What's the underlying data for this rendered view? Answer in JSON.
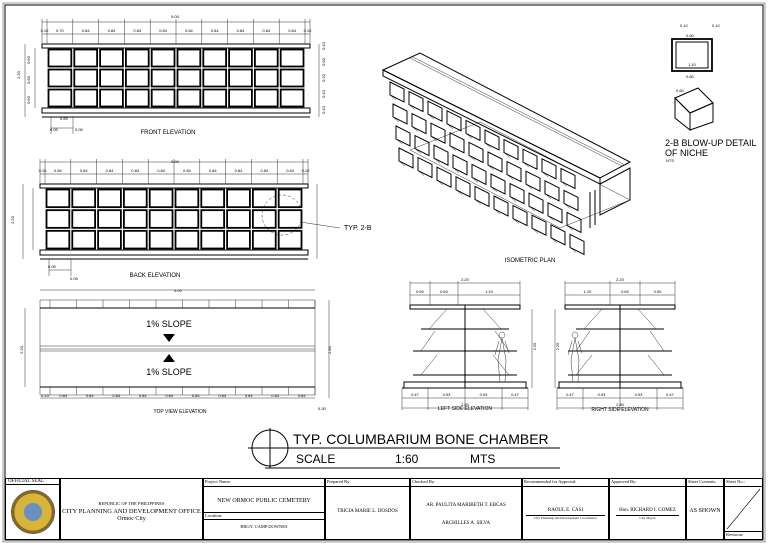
{
  "front_elevation": {
    "title": "FRONT ELEVATION",
    "overall": "9.00",
    "segments": [
      "0.10",
      "0.70",
      "0.84",
      "0.84",
      "0.84",
      "0.84",
      "0.84",
      "0.84",
      "0.84",
      "0.84",
      "0.84",
      "0.10"
    ],
    "height": "2.20",
    "rows": [
      "0.60",
      "0.60",
      "0.60"
    ],
    "right": [
      "0.10",
      "0.60",
      "0.20",
      "0.10",
      "0.10"
    ],
    "bottom": [
      "0.05",
      "0.69",
      "0.05"
    ]
  },
  "back_elevation": {
    "title": "BACK ELEVATION",
    "overall": "9.00",
    "segments": [
      "0.10",
      "0.84",
      "0.84",
      "0.84",
      "0.84",
      "0.84",
      "0.84",
      "0.84",
      "0.84",
      "0.84",
      "0.84",
      "0.10"
    ],
    "height": "2.20",
    "callout": "TYP. 2-B",
    "bottom": [
      "0.05",
      "0.69",
      "0.05"
    ]
  },
  "top_view": {
    "title": "TOP VIEW ELEVATION",
    "overall": "9.00",
    "slope_label": "1% SLOPE",
    "height": "2.20",
    "right": "2.80",
    "segments": [
      "0.10",
      "0.84",
      "0.84",
      "0.84",
      "0.84",
      "0.84",
      "0.84",
      "0.84",
      "0.84",
      "0.84",
      "0.84"
    ],
    "end": "0.30"
  },
  "isometric": {
    "title": "ISOMETRIC PLAN"
  },
  "left_side": {
    "title": "LEFT SIDE ELEVATION",
    "top": "2.20",
    "top_segments": [
      "0.50",
      "0.60",
      "1.10"
    ],
    "bottom": "2.80",
    "bottom_segments": [
      "0.47",
      "0.93",
      "0.93",
      "0.47"
    ],
    "height": "2.25"
  },
  "right_side": {
    "title": "RIGHT SIDE ELEVATION",
    "top": "2.20",
    "top_segments": [
      "1.10",
      "0.60",
      "0.50"
    ],
    "bottom": "2.80",
    "bottom_segments": [
      "0.47",
      "0.93",
      "0.93",
      "0.47"
    ],
    "height": "2.25"
  },
  "niche_detail": {
    "title_line1": "2-B BLOW-UP DETAIL",
    "title_line2": "OF NICHE",
    "scale": "NTS",
    "dims": [
      "0.10",
      "0.10",
      "0.60",
      "1.10",
      "0.80",
      "0.60",
      "0.60"
    ]
  },
  "sheet_title": {
    "title": "TYP. COLUMBARIUM BONE CHAMBER",
    "scale_label": "SCALE",
    "scale_value": "1:60",
    "units": "MTS"
  },
  "title_block": {
    "seal_label": "OFFICIAL SEAL",
    "seal_text": "CITY OF ORMOC",
    "republic": "REPUBLIC OF THE PHILIPPINES",
    "office": "CITY PLANNING AND DEVELOPMENT OFFICE",
    "city": "Ormoc City",
    "project_label": "Project Name:",
    "project": "NEW ORMOC PUBLIC CEMETERY",
    "location_label": "Location:",
    "location": "BRGY. CAMP DOWNES",
    "prepared_label": "Prepared By:",
    "prepared": "TRICIA MARIE L. DOSDOS",
    "checked_label": "Checked By:",
    "checked1": "AR. PAULITA MARIBETH T. EBCAS",
    "checked2": "ARCHILLES A. SILVA",
    "recommended_label": "Recommended for Approval:",
    "recommended": "RAOUL E. CASI",
    "recommended_role": "City Planning and Development Coordinator",
    "approved_label": "Approved By:",
    "approved": "Hon. RICHARD I. GOMEZ",
    "approved_role": "City Mayor",
    "contents_label": "Sheet Contents:",
    "contents": "AS SHOWN",
    "sheet_label": "Sheet No.:",
    "revision_label": "Revision:"
  }
}
